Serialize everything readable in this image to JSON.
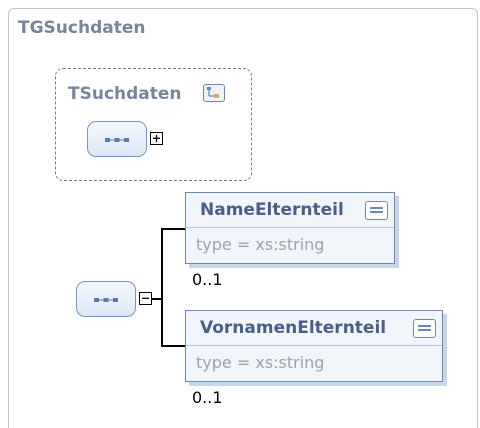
{
  "group": {
    "title": "TGSuchdaten"
  },
  "complex_type": {
    "title": "TSuchdaten"
  },
  "elements": [
    {
      "name": "NameElternteil",
      "type": "type = xs:string",
      "occurrence": "0..1"
    },
    {
      "name": "VornamenElternteil",
      "type": "type = xs:string",
      "occurrence": "0..1"
    }
  ],
  "icons": {
    "complex_type": "complex-type-icon",
    "sequence": "sequence-icon",
    "documentation": "documentation-icon",
    "expand": "plus",
    "collapse": "minus"
  }
}
